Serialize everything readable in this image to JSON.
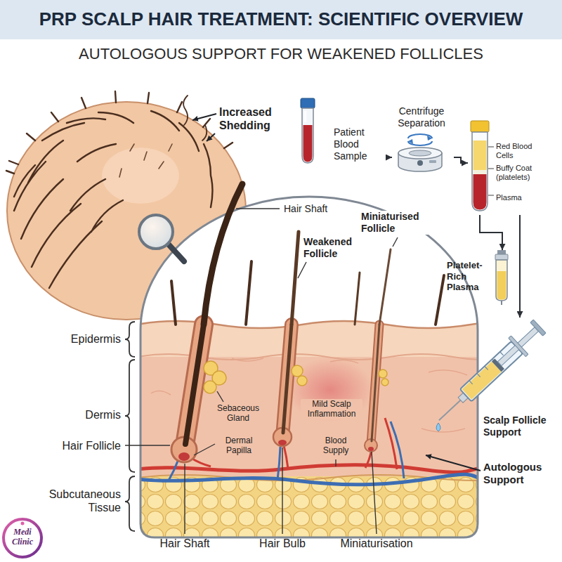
{
  "diagram": {
    "title": "PRP SCALP HAIR TREATMENT: SCIENTIFIC OVERVIEW",
    "nodes": [
      {
        "text": [
          "Patient Blood Sample"
        ]
      },
      {
        "text": [
          "Centrifuge Separation"
        ]
      },
      {
        "text": [
          "Red Blood Cells",
          "Buffy Coat (platelets)",
          "Plasma"
        ]
      },
      {
        "text": [
          "Platelet-Rich Plasma"
        ]
      },
      {
        "text": [
          "Scalp Follicle Support"
        ]
      }
    ],
    "edges": [
      {
        "from": 0,
        "to": 1,
        "arrow": "to"
      },
      {
        "from": 1,
        "to": 2,
        "arrow": "to"
      },
      {
        "from": 2,
        "to": 3,
        "arrow": "to"
      },
      {
        "from": 2,
        "to": 4,
        "arrow": "to"
      }
    ],
    "labels": [
      "AUTOLOGOUS SUPPORT FOR WEAKENED FOLLICLES",
      "Increased Shedding",
      "Hair Shaft",
      "Miniaturised Follicle",
      "Weakened Follicle",
      "Epidermis",
      "Sebaceous Gland",
      "Mild Scalp Inflammation",
      "Dermis",
      "Dermal Papilla",
      "Blood Supply",
      "Hair Follicle",
      "Autologous Support",
      "Subcutaneous Tissue",
      "Hair Shaft",
      "Hair Bulb",
      "Miniaturisation",
      "Medi Clinic"
    ]
  }
}
